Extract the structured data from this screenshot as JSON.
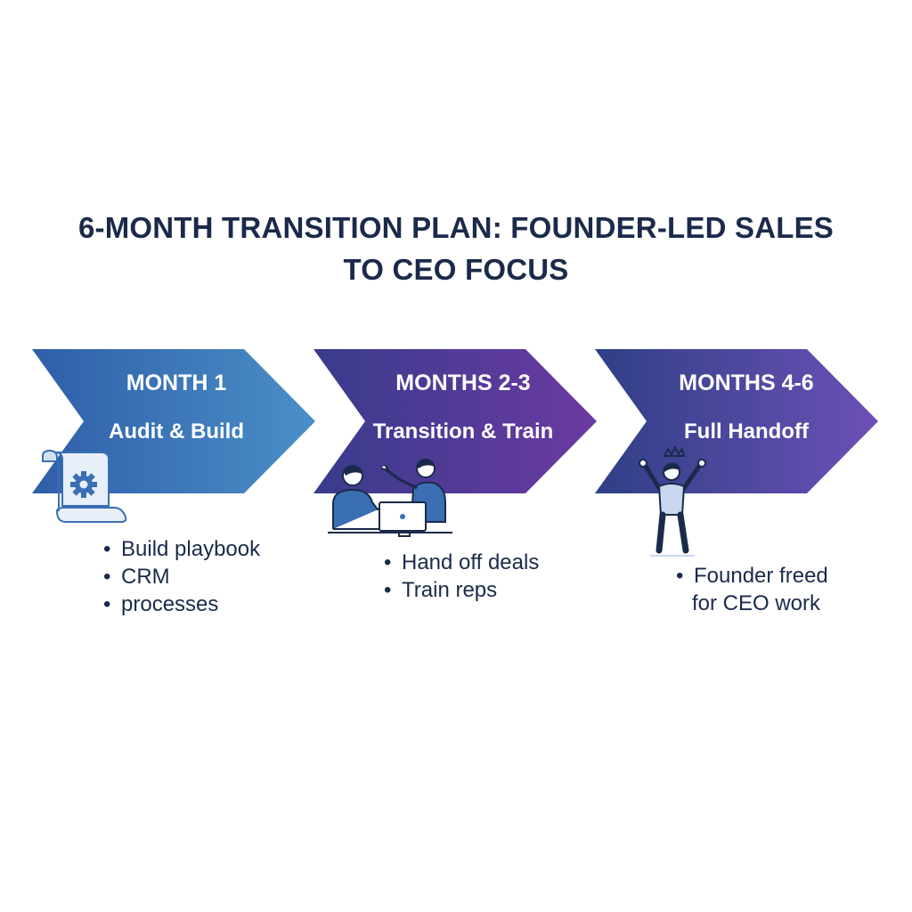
{
  "title": {
    "line1": "6-MONTH TRANSITION PLAN: FOUNDER-LED SALES",
    "line2": "TO CEO FOCUS"
  },
  "colors": {
    "title_text": "#1b2a4a",
    "stage1_from": "#2f5ea8",
    "stage1_to": "#4a86c2",
    "stage2_from": "#3b3a8e",
    "stage2_to": "#6a3aa0",
    "stage3_from": "#33408a",
    "stage3_to": "#6a4cb0",
    "illustration_blue": "#3a6fb4"
  },
  "stages": [
    {
      "period": "MONTH 1",
      "name": "Audit & Build",
      "icon": "document-gear-icon",
      "bullets": [
        "Build playbook",
        "CRM",
        "processes"
      ]
    },
    {
      "period": "MONTHS 2-3",
      "name": "Transition & Train",
      "icon": "people-at-computer-icon",
      "bullets": [
        "Hand off deals",
        "Train reps"
      ]
    },
    {
      "period": "MONTHS 4-6",
      "name": "Full Handoff",
      "icon": "celebrating-person-icon",
      "bullets": [
        "Founder freed",
        "for CEO work"
      ]
    }
  ]
}
